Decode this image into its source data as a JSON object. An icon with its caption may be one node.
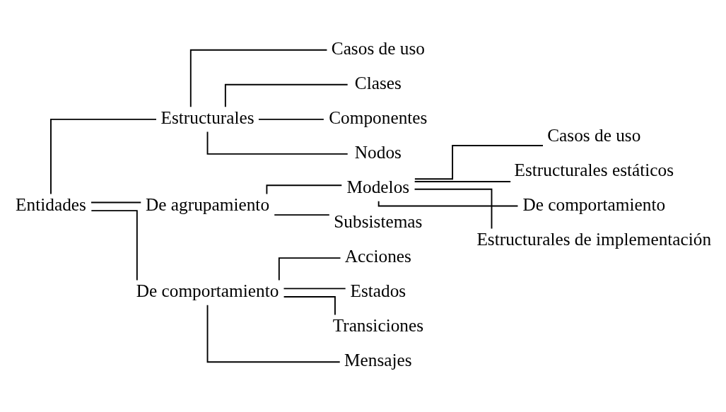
{
  "diagram": {
    "nodes": [
      {
        "text": [
          "Entidades"
        ]
      },
      {
        "text": [
          "Estructurales"
        ]
      },
      {
        "text": [
          "Casos de uso"
        ]
      },
      {
        "text": [
          "Clases"
        ]
      },
      {
        "text": [
          "Componentes"
        ]
      },
      {
        "text": [
          "Nodos"
        ]
      },
      {
        "text": [
          "De agrupamiento"
        ]
      },
      {
        "text": [
          "Modelos"
        ]
      },
      {
        "text": [
          "Casos de uso"
        ]
      },
      {
        "text": [
          "Estructurales estáticos"
        ]
      },
      {
        "text": [
          "De comportamiento"
        ]
      },
      {
        "text": [
          "Estructurales de implementación"
        ]
      },
      {
        "text": [
          "Subsistemas"
        ]
      },
      {
        "text": [
          "De comportamiento"
        ]
      },
      {
        "text": [
          "Acciones"
        ]
      },
      {
        "text": [
          "Estados"
        ]
      },
      {
        "text": [
          "Transiciones"
        ]
      },
      {
        "text": [
          "Mensajes"
        ]
      }
    ],
    "edges": [
      {
        "from": 0,
        "to": 1,
        "arrow": "none"
      },
      {
        "from": 0,
        "to": 6,
        "arrow": "none"
      },
      {
        "from": 0,
        "to": 13,
        "arrow": "none"
      },
      {
        "from": 1,
        "to": 2,
        "arrow": "none"
      },
      {
        "from": 1,
        "to": 3,
        "arrow": "none"
      },
      {
        "from": 1,
        "to": 4,
        "arrow": "none"
      },
      {
        "from": 1,
        "to": 5,
        "arrow": "none"
      },
      {
        "from": 6,
        "to": 7,
        "arrow": "none"
      },
      {
        "from": 6,
        "to": 12,
        "arrow": "none"
      },
      {
        "from": 7,
        "to": 8,
        "arrow": "none"
      },
      {
        "from": 7,
        "to": 9,
        "arrow": "none"
      },
      {
        "from": 7,
        "to": 10,
        "arrow": "none"
      },
      {
        "from": 7,
        "to": 11,
        "arrow": "none"
      },
      {
        "from": 13,
        "to": 14,
        "arrow": "none"
      },
      {
        "from": 13,
        "to": 15,
        "arrow": "none"
      },
      {
        "from": 13,
        "to": 16,
        "arrow": "none"
      },
      {
        "from": 13,
        "to": 17,
        "arrow": "none"
      }
    ]
  }
}
